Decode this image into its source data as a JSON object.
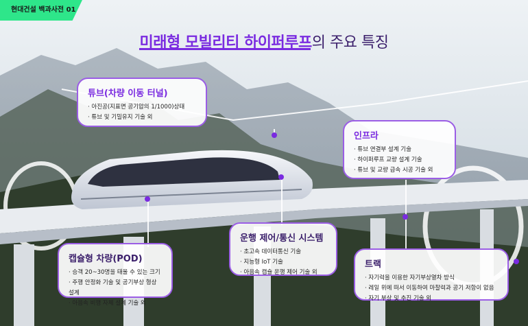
{
  "tag": "현대건설 백과사전 01",
  "headline": {
    "highlight": "미래형 모빌리티 하이퍼루프",
    "rest": "의 주요 특징"
  },
  "cards": {
    "tube": {
      "title": "튜브(차량 이동 터널)",
      "items": [
        "아진공(지표면 공기압의 1/1000)상태",
        "튜브 및 기밀유지 기술 외"
      ]
    },
    "infra": {
      "title": "인프라",
      "items": [
        "튜브 연결부 설계 기술",
        "하이퍼루프 교량 설계 기술",
        "튜브 및 교량 급속 시공 기술 외"
      ]
    },
    "ops": {
      "title": "운행 제어/통신 시스템",
      "items": [
        "초고속 데이터통신 기술",
        "지능형 IoT 기술",
        "아음속 캡슐 운행 제어 기술 외"
      ]
    },
    "pod": {
      "title": "캡슐형 차량(POD)",
      "items": [
        "승객 20~30명을 태울 수 있는 크기",
        "주행 안정화 기술 및 공기부상 형상 설계",
        "아음속 비행 자체 설계 기술 외"
      ]
    },
    "track": {
      "title": "트랙",
      "items": [
        "자기력을 이용한 자기부상열차 방식",
        "레일 위에 떠서 이동하여 마찰력과 공기 저항이 없음",
        "자기 부상 및 추진 기술 외"
      ]
    }
  },
  "colors": {
    "accent": "#7a2be0",
    "tag_bg": "#2ee68a",
    "title_dark": "#3b1f6b"
  }
}
